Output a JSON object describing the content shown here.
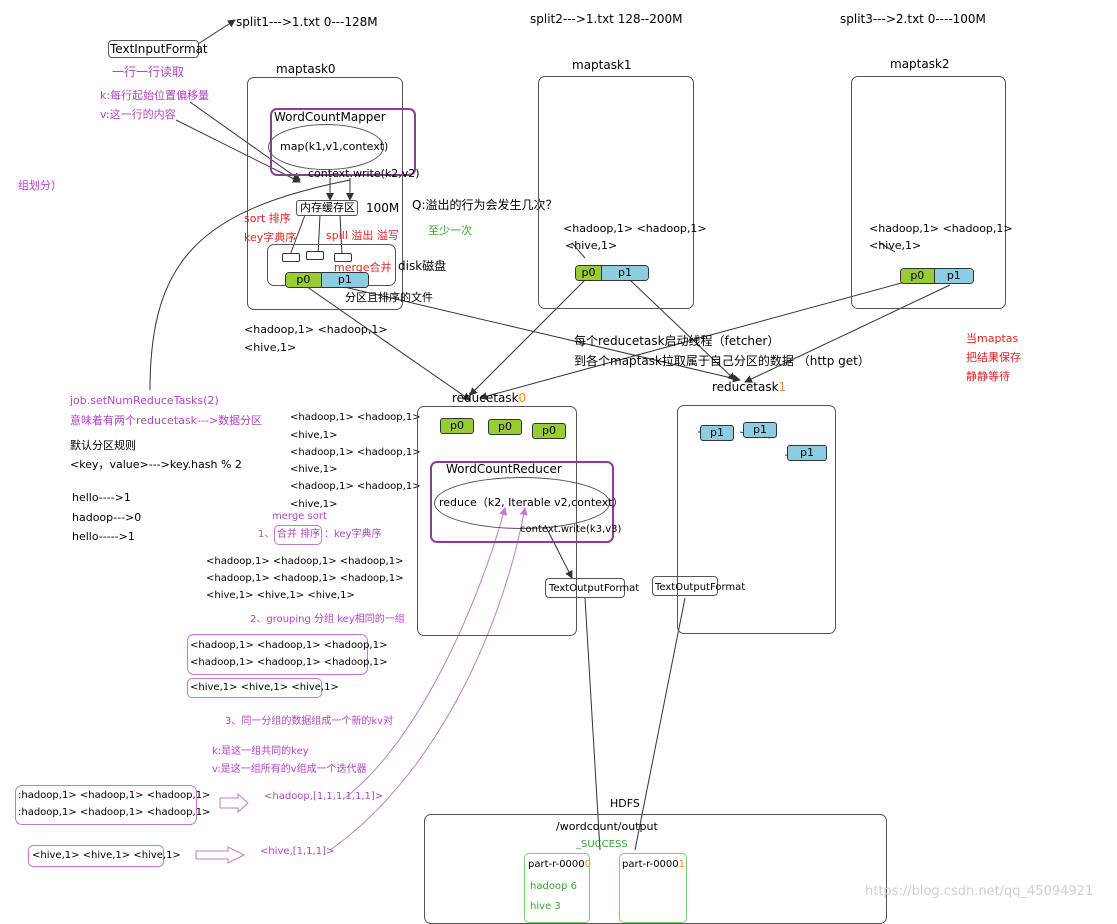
{
  "top": {
    "split1": "split1--->1.txt  0---128M",
    "split2": "split2--->1.txt  128--200M",
    "split3": "split3--->2.txt  0----100M",
    "text_input_format": "TextInputFormat",
    "read_line_by_line": "一行一行读取",
    "k_note": "k:每行起始位置偏移量",
    "v_note": "v:这一行的内容",
    "partition_fragment": "组划分）"
  },
  "maptask0": {
    "title": "maptask0",
    "mapper_title": "WordCountMapper",
    "map_call": "map(k1,v1,context)",
    "context_write": "context.write(k2,v2)",
    "buffer": "内存缓存区",
    "buffer_size": "100M",
    "sort_label": "sort 排序",
    "key_order": "key字典序",
    "spill_label": "spill 溢出 溢写",
    "merge_label": "merge合并",
    "disk_label": "disk磁盘",
    "p0": "p0",
    "p1": "p1",
    "sorted_file": "分区且排序的文件",
    "output_line1": "<hadoop,1> <hadoop,1>",
    "output_line2": "<hive,1>"
  },
  "question": {
    "q": "Q:溢出的行为会发生几次？",
    "a": "至少一次"
  },
  "maptask1": {
    "title": "maptask1",
    "line1": "<hadoop,1> <hadoop,1>",
    "line2": "<hive,1>",
    "p0": "p0",
    "p1": "p1"
  },
  "maptask2": {
    "title": "maptask2",
    "line1": "<hadoop,1> <hadoop,1>",
    "line2": "<hive,1>",
    "p0": "p0",
    "p1": "p1"
  },
  "fetcher": {
    "line1": "每个reducetask启动线程（fetcher）",
    "line2": "到各个maptask拉取属于自己分区的数据  （http get）"
  },
  "right_red": {
    "line1": "当maptas",
    "line2": "把结果保存",
    "line3": "静静等待"
  },
  "job": {
    "set_reduce": "job.setNumReduceTasks(2)",
    "meaning": "意味着有两个reducetask--->数据分区",
    "default_rule": "默认分区规则",
    "rule": "<key，value>--->key.hash  %  2",
    "ex1": "hello---->1",
    "ex2": "hadoop--->0",
    "ex3": "hello----->1"
  },
  "reduce_input": {
    "lines": [
      "<hadoop,1> <hadoop,1>",
      "<hive,1>",
      "<hadoop,1> <hadoop,1>",
      "<hive,1>",
      "<hadoop,1> <hadoop,1>",
      "<hive,1>"
    ]
  },
  "reducetask0": {
    "title_main": "reducetask",
    "title_idx": "0",
    "chips": [
      "p0",
      "p0",
      "p0"
    ],
    "reducer_title": "WordCountReducer",
    "reduce_call": "reduce（k2,  Iterable v2,context）",
    "context_write": "context.write(k3,v3)",
    "output_format": "TextOutputFormat"
  },
  "reducetask1": {
    "title_main": "reducetask",
    "title_idx": "1",
    "chips": [
      "p1",
      "p1",
      "p1"
    ],
    "output_format": "TextOutputFormat"
  },
  "steps": {
    "merge_sort": "merge sort",
    "step1_prefix": "1、",
    "step1_box": "合并 排序",
    "step1_suffix": "：key字典序",
    "merged_lines": [
      "<hadoop,1> <hadoop,1> <hadoop,1>",
      "<hadoop,1> <hadoop,1> <hadoop,1>",
      "<hive,1> <hive,1> <hive,1>"
    ],
    "step2": "2、grouping 分组   key相同的一组",
    "group_hadoop": [
      "<hadoop,1> <hadoop,1> <hadoop,1>",
      "<hadoop,1> <hadoop,1> <hadoop,1>"
    ],
    "group_hive": "<hive,1> <hive,1> <hive,1>",
    "step3": "3、同一分组的数据组成一个新的kv对",
    "k_desc": "k:是这一组共同的key",
    "v_desc": "v:是这一组所有的v组成一个迭代器",
    "kv_hadoop_lines": [
      ":hadoop,1> <hadoop,1> <hadoop,1>",
      ":hadoop,1> <hadoop,1> <hadoop,1>"
    ],
    "kv_hadoop_result": "<hadoop,[1,1,1,1,1,1]>",
    "kv_hive_line": "<hive,1> <hive,1> <hive,1>",
    "kv_hive_result": "<hive,[1,1,1]>"
  },
  "hdfs": {
    "label": "HDFS",
    "path": "/wordcount/output",
    "success": "_SUCCESS",
    "part0_prefix": "part-r-0000",
    "part0_idx": "0",
    "part0_line1": "hadoop 6",
    "part0_line2": "hive 3",
    "part1_prefix": "part-r-0000",
    "part1_idx": "1"
  },
  "watermark": "https://blog.csdn.net/qq_45094921"
}
